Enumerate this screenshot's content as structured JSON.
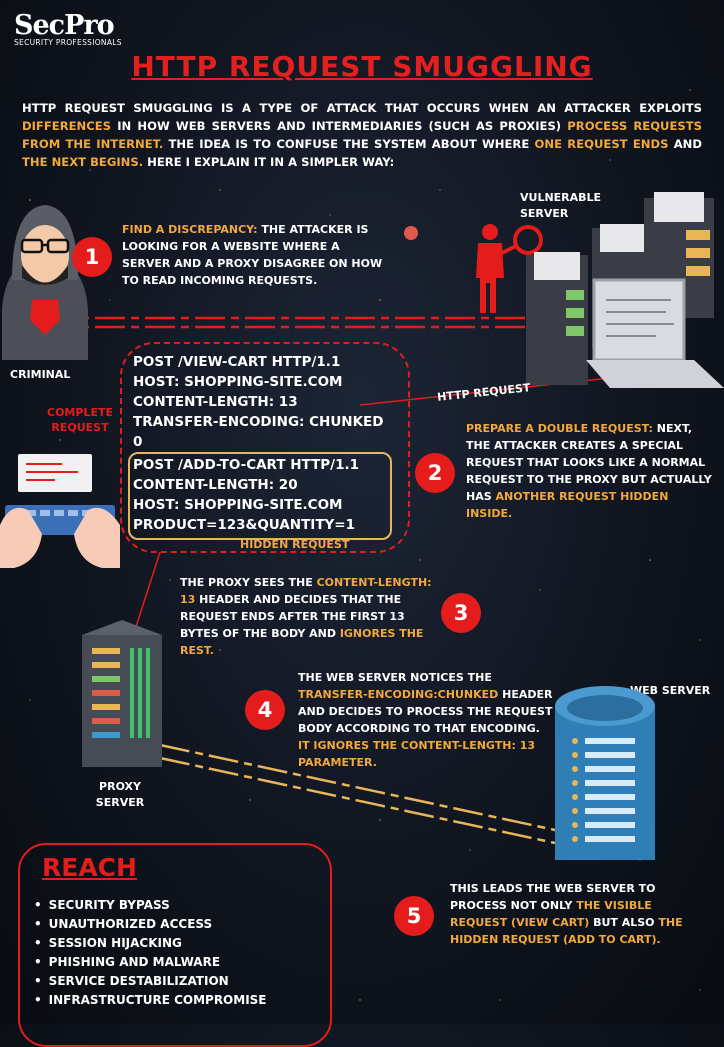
{
  "brand": {
    "name": "SecPro",
    "tagline": "SECURITY PROFESSIONALS"
  },
  "title": "HTTP REQUEST SMUGGLING",
  "intro": {
    "p1": "HTTP request smuggling is a type of attack that occurs when an attacker exploits ",
    "h1": "differences",
    "p2": " in how web servers and intermediaries (such as proxies) ",
    "h2": "process requests from the Internet.",
    "p3": " The idea is to confuse the system about where ",
    "h3": "one request ends",
    "p4": " and ",
    "h4": "the next begins.",
    "p5": " Here I explain it in a simpler way:"
  },
  "labels": {
    "criminal": "CRIMINAL",
    "vulnerable_server": "VULNERABLE SERVER",
    "http_request": "HTTP REQUEST",
    "complete_request": "COMPLETE REQUEST",
    "hidden_request": "HIDDEN REQUEST",
    "proxy_server": "PROXY SERVER",
    "web_server": "WEB SERVER"
  },
  "request_lines": {
    "line1": "POST /VIEW-CART HTTP/1.1",
    "line2": "HOST: SHOPPING-SITE.COM",
    "line3": "CONTENT-LENGTH: 13",
    "line4": "TRANSFER-ENCODING: CHUNKED",
    "line5": "0"
  },
  "hidden_lines": {
    "line1": "POST /ADD-TO-CART HTTP/1.1",
    "line2": "CONTENT-LENGTH: 20",
    "line3": "HOST: SHOPPING-SITE.COM",
    "line4": "PRODUCT=123&QUANTITY=1"
  },
  "steps": [
    {
      "num": "1",
      "hl": "FIND A DISCREPANCY:",
      "t1": " THE ATTACKER IS LOOKING FOR A WEBSITE WHERE A SERVER AND A PROXY DISAGREE ON HOW TO READ INCOMING REQUESTS."
    },
    {
      "num": "2",
      "hl": "PREPARE A DOUBLE REQUEST:",
      "t1": " NEXT, THE ATTACKER CREATES A SPECIAL REQUEST THAT LOOKS LIKE A NORMAL REQUEST TO THE PROXY BUT ACTUALLY HAS ",
      "hl2": "ANOTHER REQUEST HIDDEN INSIDE."
    },
    {
      "num": "3",
      "t1": "THE PROXY SEES THE ",
      "hl": "CONTENT-LENGTH: 13",
      "t2": " HEADER AND DECIDES THAT THE REQUEST ENDS AFTER THE FIRST 13 BYTES OF THE BODY AND ",
      "hl2": "IGNORES THE REST."
    },
    {
      "num": "4",
      "t1": "THE WEB SERVER NOTICES THE ",
      "hl": "TRANSFER-ENCODING:CHUNKED",
      "t2": " HEADER AND DECIDES TO PROCESS THE REQUEST BODY ACCORDING TO THAT ENCODING. ",
      "hl2": "IT IGNORES THE CONTENT-LENGTH: 13 PARAMETER."
    },
    {
      "num": "5",
      "t1": "THIS LEADS THE WEB SERVER TO PROCESS NOT ONLY ",
      "hl": "THE VISIBLE REQUEST (VIEW CART)",
      "t2": " BUT ALSO ",
      "hl2": "THE HIDDEN REQUEST (ADD TO CART)."
    }
  ],
  "reach": {
    "title": "REACH",
    "items": [
      "SECURITY BYPASS",
      "UNAUTHORIZED ACCESS",
      "SESSION HIJACKING",
      "PHISHING AND MALWARE",
      "SERVICE DESTABILIZATION",
      "INFRASTRUCTURE COMPROMISE"
    ]
  },
  "colors": {
    "accent_red": "#e41c1c",
    "highlight_orange": "#f2a83a",
    "hidden_box": "#e8b659",
    "server_blue": "#2f7fb6",
    "wire_yellow": "#e8b659"
  }
}
